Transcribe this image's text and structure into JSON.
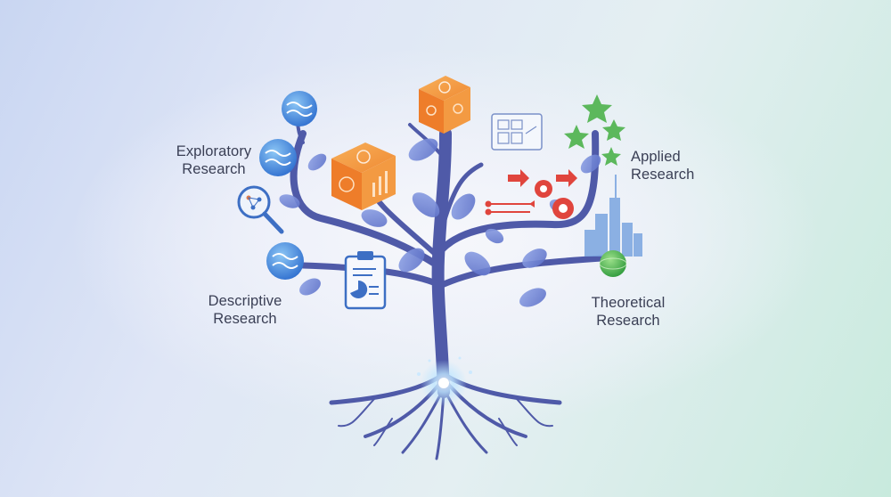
{
  "labels": {
    "exploratory": {
      "line1": "Exploratory",
      "line2": "Research"
    },
    "applied": {
      "line1": "Applied",
      "line2": "Research"
    },
    "descriptive": {
      "line1": "Descriptive",
      "line2": "Research"
    },
    "theoretical": {
      "line1": "Theoretical",
      "line2": "Research"
    }
  },
  "colors": {
    "branch": "#4f5aa8",
    "leaf": "#6f86d6",
    "orange_box": "#f28a3a",
    "red_arrow": "#e0453d",
    "star_green": "#5cb85c",
    "wave_circle": "#3d7fd6",
    "city_blue": "#7aa5e0"
  },
  "icons": [
    "wave-circle-icon",
    "magnifier-network-icon",
    "orange-cube-icon",
    "blueprint-icon",
    "gear-arrow-icon",
    "star-icon",
    "city-skyline-icon",
    "green-globe-icon",
    "clipboard-chart-icon",
    "glowing-node-icon"
  ]
}
